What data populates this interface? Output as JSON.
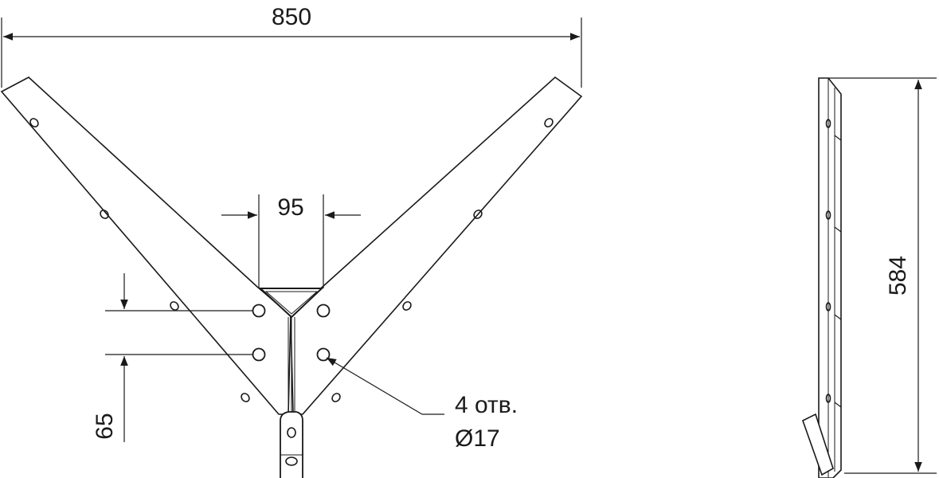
{
  "drawing": {
    "dimensions": {
      "overall_width": "850",
      "hole_spacing": "95",
      "hole_pitch": "65",
      "side_height": "584"
    },
    "hole_note": {
      "count_label": "4 отв.",
      "diameter_label": "Ø17"
    }
  }
}
